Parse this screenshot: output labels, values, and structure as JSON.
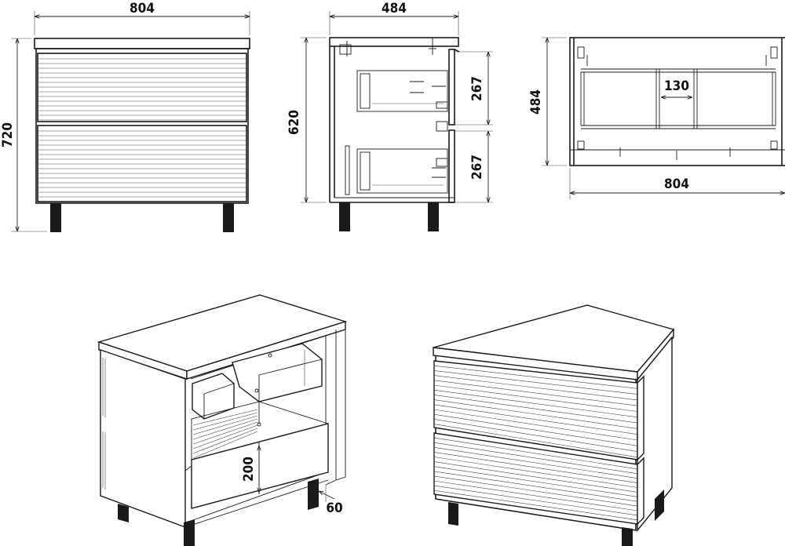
{
  "dimensions": {
    "front_width": "804",
    "front_height": "720",
    "side_width": "484",
    "side_height": "620",
    "drawer_height_top": "267",
    "drawer_height_bottom": "267",
    "top_depth": "484",
    "top_width": "804",
    "rail_spacing": "130",
    "open_drawer_height": "200",
    "leg_setback": "60"
  },
  "colors": {
    "line": "#1a1a1a",
    "background": "#ffffff"
  }
}
